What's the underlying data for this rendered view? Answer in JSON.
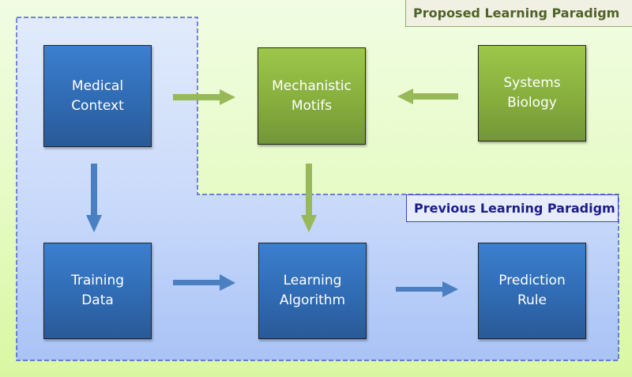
{
  "diagram": {
    "labels": {
      "proposed": "Proposed Learning Paradigm",
      "previous": "Previous Learning Paradigm"
    },
    "nodes": {
      "medical_context": {
        "line1": "Medical",
        "line2": "Context",
        "color": "#3271c0"
      },
      "mechanistic_motifs": {
        "line1": "Mechanistic",
        "line2": "Motifs",
        "color": "#8ab543"
      },
      "systems_biology": {
        "line1": "Systems",
        "line2": "Biology",
        "color": "#8ab543"
      },
      "training_data": {
        "line1": "Training",
        "line2": "Data",
        "color": "#3271c0"
      },
      "learning_algorithm": {
        "line1": "Learning",
        "line2": "Algorithm",
        "color": "#3271c0"
      },
      "prediction_rule": {
        "line1": "Prediction",
        "line2": "Rule",
        "color": "#3271c0"
      }
    },
    "edges": [
      {
        "from": "Medical Context",
        "to": "Mechanistic Motifs",
        "color": "#97b957"
      },
      {
        "from": "Systems Biology",
        "to": "Mechanistic Motifs",
        "color": "#97b957"
      },
      {
        "from": "Mechanistic Motifs",
        "to": "Learning Algorithm",
        "color": "#97b957"
      },
      {
        "from": "Medical Context",
        "to": "Training Data",
        "color": "#4a7fc1"
      },
      {
        "from": "Training Data",
        "to": "Learning Algorithm",
        "color": "#4a7fc1"
      },
      {
        "from": "Learning Algorithm",
        "to": "Prediction Rule",
        "color": "#4a7fc1"
      }
    ],
    "colors": {
      "region_border": "#2b3fd6",
      "green_arrow": "#97b957",
      "blue_arrow": "#4a7fc1"
    }
  }
}
